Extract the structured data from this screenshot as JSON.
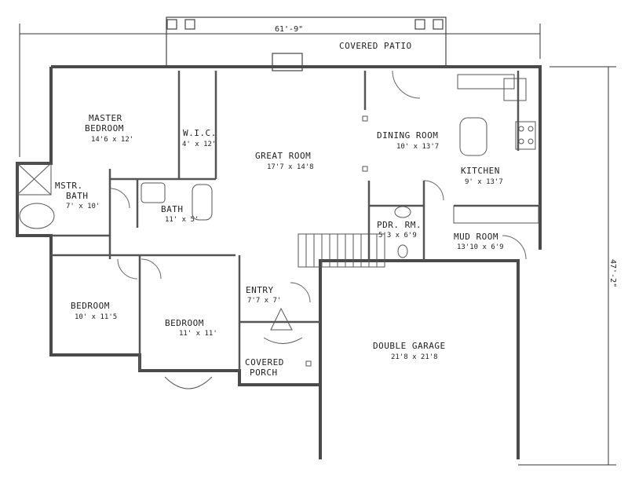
{
  "dimensions": {
    "width_total": "61'-9\"",
    "depth_total": "47'-2\""
  },
  "rooms": {
    "covered_patio": {
      "name": "COVERED PATIO"
    },
    "master_bedroom": {
      "name1": "MASTER",
      "name2": "BEDROOM",
      "size": "14'6 x 12'"
    },
    "wic": {
      "name": "W.I.C.",
      "size": "4' x 12'"
    },
    "great_room": {
      "name": "GREAT ROOM",
      "size": "17'7 x 14'8"
    },
    "dining_room": {
      "name": "DINING ROOM",
      "size": "10' x 13'7"
    },
    "kitchen": {
      "name": "KITCHEN",
      "size": "9' x 13'7"
    },
    "mstr_bath": {
      "name1": "MSTR.",
      "name2": "BATH",
      "size": "7' x 10'"
    },
    "bath": {
      "name": "BATH",
      "size": "11' x 5'"
    },
    "pdr_rm": {
      "name": "PDR. RM.",
      "size": "5'3 x 6'9"
    },
    "mud_room": {
      "name": "MUD ROOM",
      "size": "13'10 x 6'9"
    },
    "entry": {
      "name": "ENTRY",
      "size": "7'7 x 7'"
    },
    "bedroom_left": {
      "name": "BEDROOM",
      "size": "10' x 11'5"
    },
    "bedroom_mid": {
      "name": "BEDROOM",
      "size": "11' x 11'"
    },
    "double_garage": {
      "name": "DOUBLE GARAGE",
      "size": "21'8 x 21'8"
    },
    "covered_porch": {
      "name1": "COVERED",
      "name2": "PORCH"
    }
  },
  "colors": {
    "wall": "#4a4a4a",
    "line": "#333333",
    "background": "#ffffff"
  }
}
